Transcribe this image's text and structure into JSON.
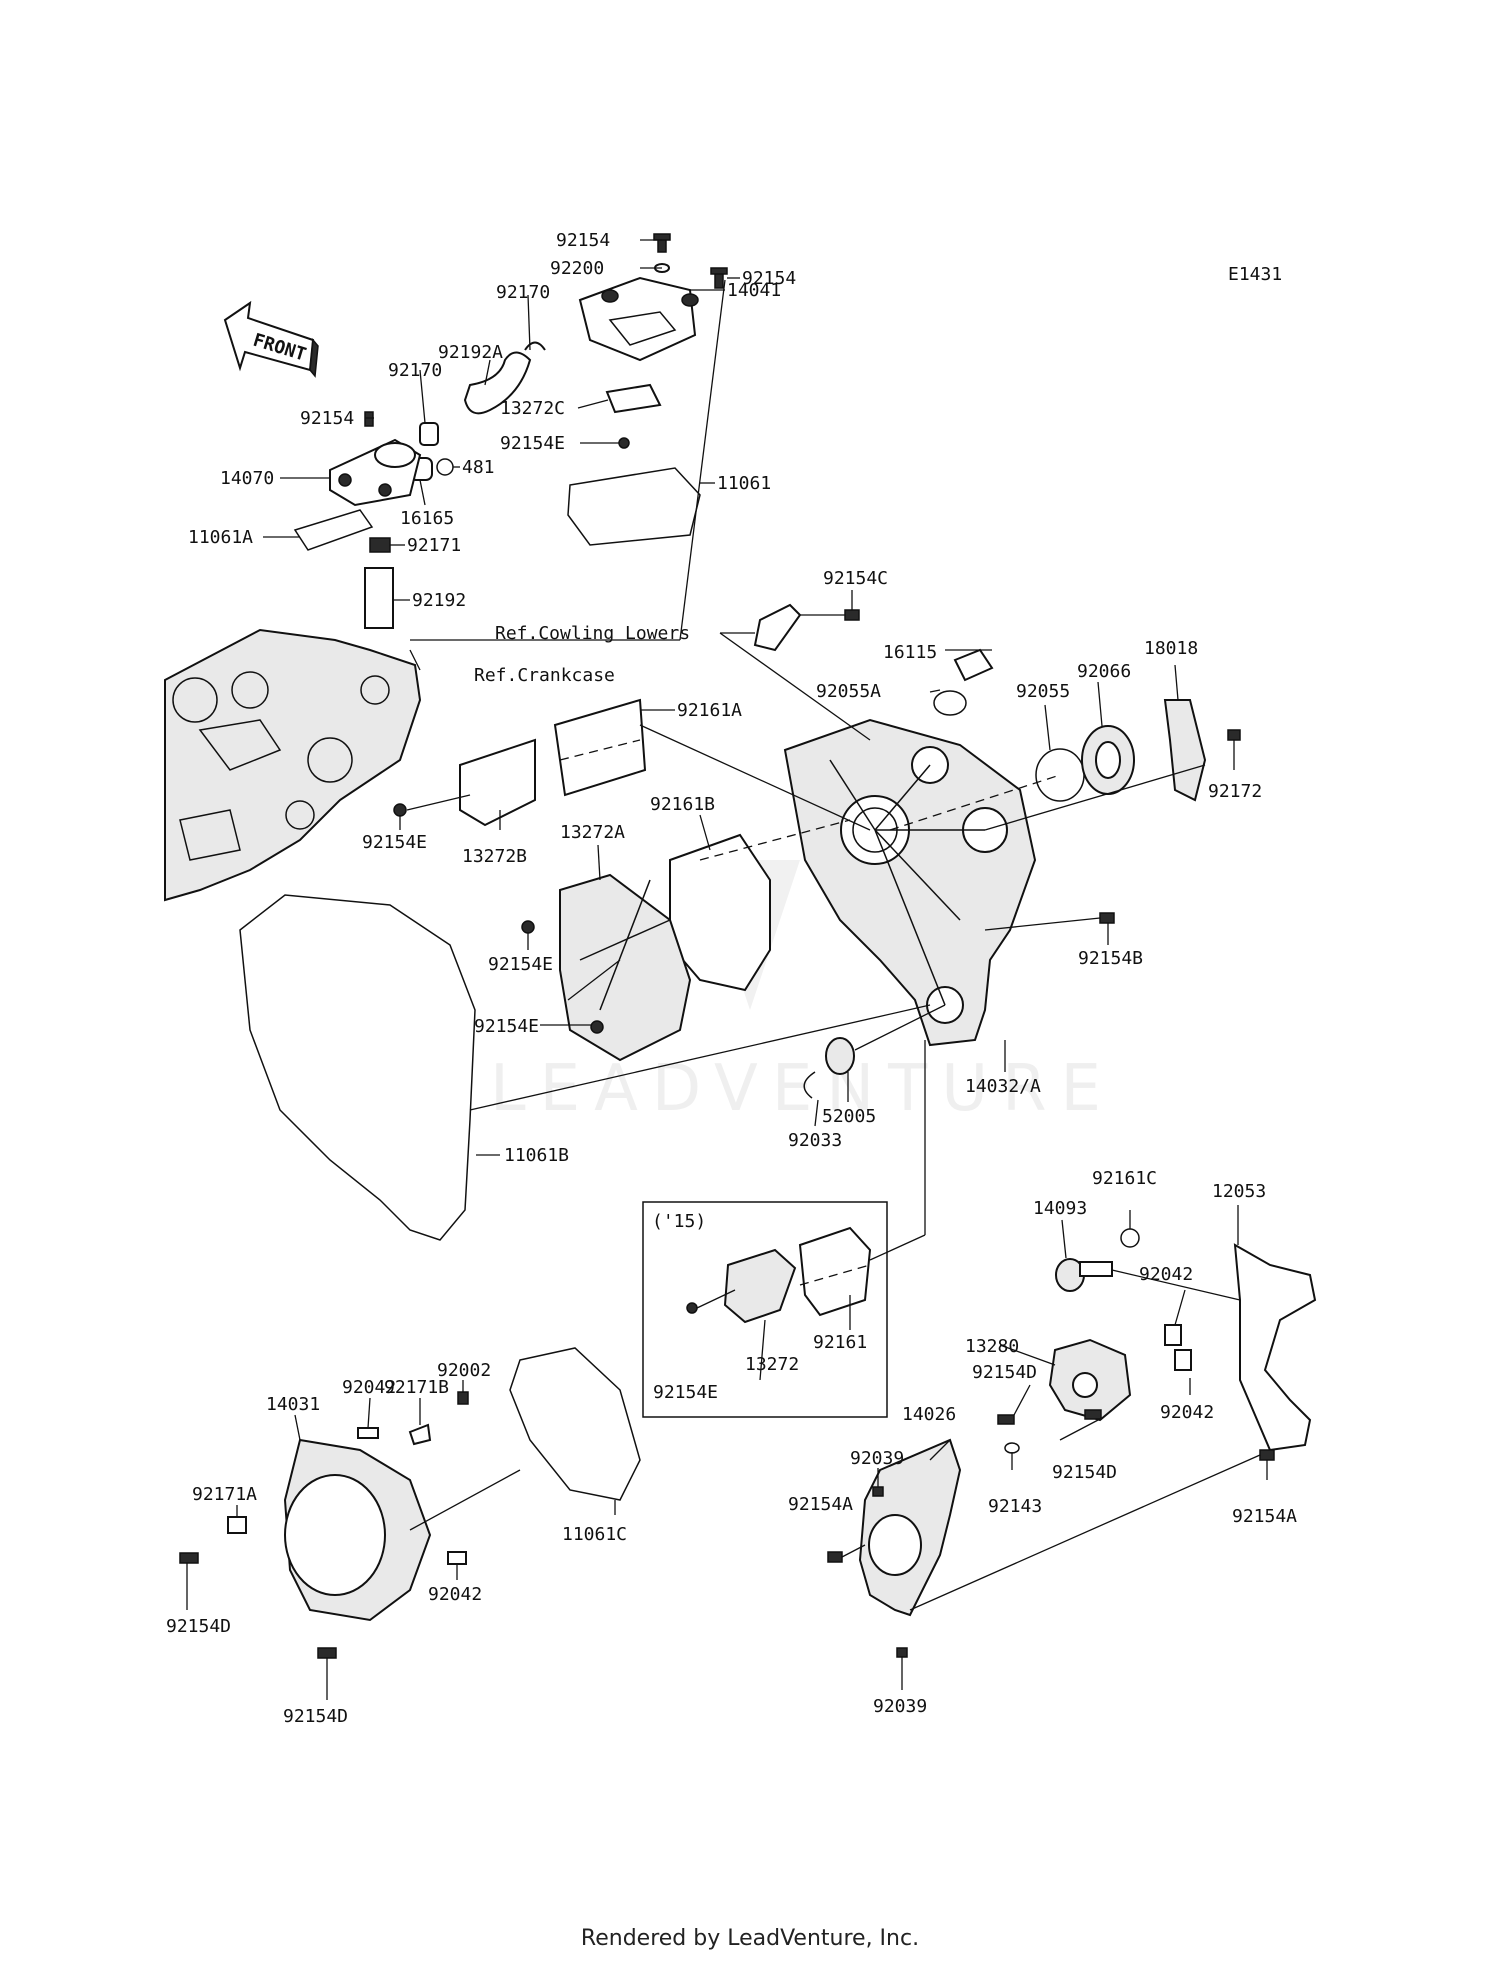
{
  "diagram_code": "E1431",
  "front_label": "FRONT",
  "watermark": "LEADVENTURE",
  "footer": "Rendered by LeadVenture, Inc.",
  "inset_label": "('15)",
  "labels": {
    "p92154_top": "92154",
    "p92200": "92200",
    "p92154_top2": "92154",
    "p92170_a": "92170",
    "p14041": "14041",
    "p92192A": "92192A",
    "p92170_b": "92170",
    "p13272C": "13272C",
    "p92154_left": "92154",
    "p92154E_top": "92154E",
    "p14070": "14070",
    "p481": "481",
    "p11061": "11061",
    "p16165": "16165",
    "p11061A": "11061A",
    "p92171": "92171",
    "p92192": "92192",
    "p92154C": "92154C",
    "ref_cowling": "Ref.Cowling Lowers",
    "p16115": "16115",
    "ref_crankcase": "Ref.Crankcase",
    "p18018": "18018",
    "p92055A": "92055A",
    "p92055": "92055",
    "p92066": "92066",
    "p92161A": "92161A",
    "p92172": "92172",
    "p92161B": "92161B",
    "p13272A": "13272A",
    "p92154E_mid": "92154E",
    "p13272B": "13272B",
    "p92154B": "92154B",
    "p92154E_a": "92154E",
    "p92154E_b": "92154E",
    "p52005": "52005",
    "p14032A": "14032/A",
    "p92033": "92033",
    "p11061B": "11061B",
    "p92161C": "92161C",
    "p12053": "12053",
    "p14093": "14093",
    "p92042_r": "92042",
    "p92154E_inset": "92154E",
    "p13272": "13272",
    "p92161": "92161",
    "p13280": "13280",
    "p92154D_r1": "92154D",
    "p92042_r2": "92042",
    "p92002": "92002",
    "p92171B": "92171B",
    "p14031": "14031",
    "p92042_l": "92042",
    "p14026": "14026",
    "p92039_top": "92039",
    "p92154D_r2": "92154D",
    "p92143": "92143",
    "p92154A_l": "92154A",
    "p92154A_r": "92154A",
    "p92171A": "92171A",
    "p11061C": "11061C",
    "p92042_l2": "92042",
    "p92154D_l": "92154D",
    "p92154D_b": "92154D",
    "p92039_b": "92039"
  }
}
